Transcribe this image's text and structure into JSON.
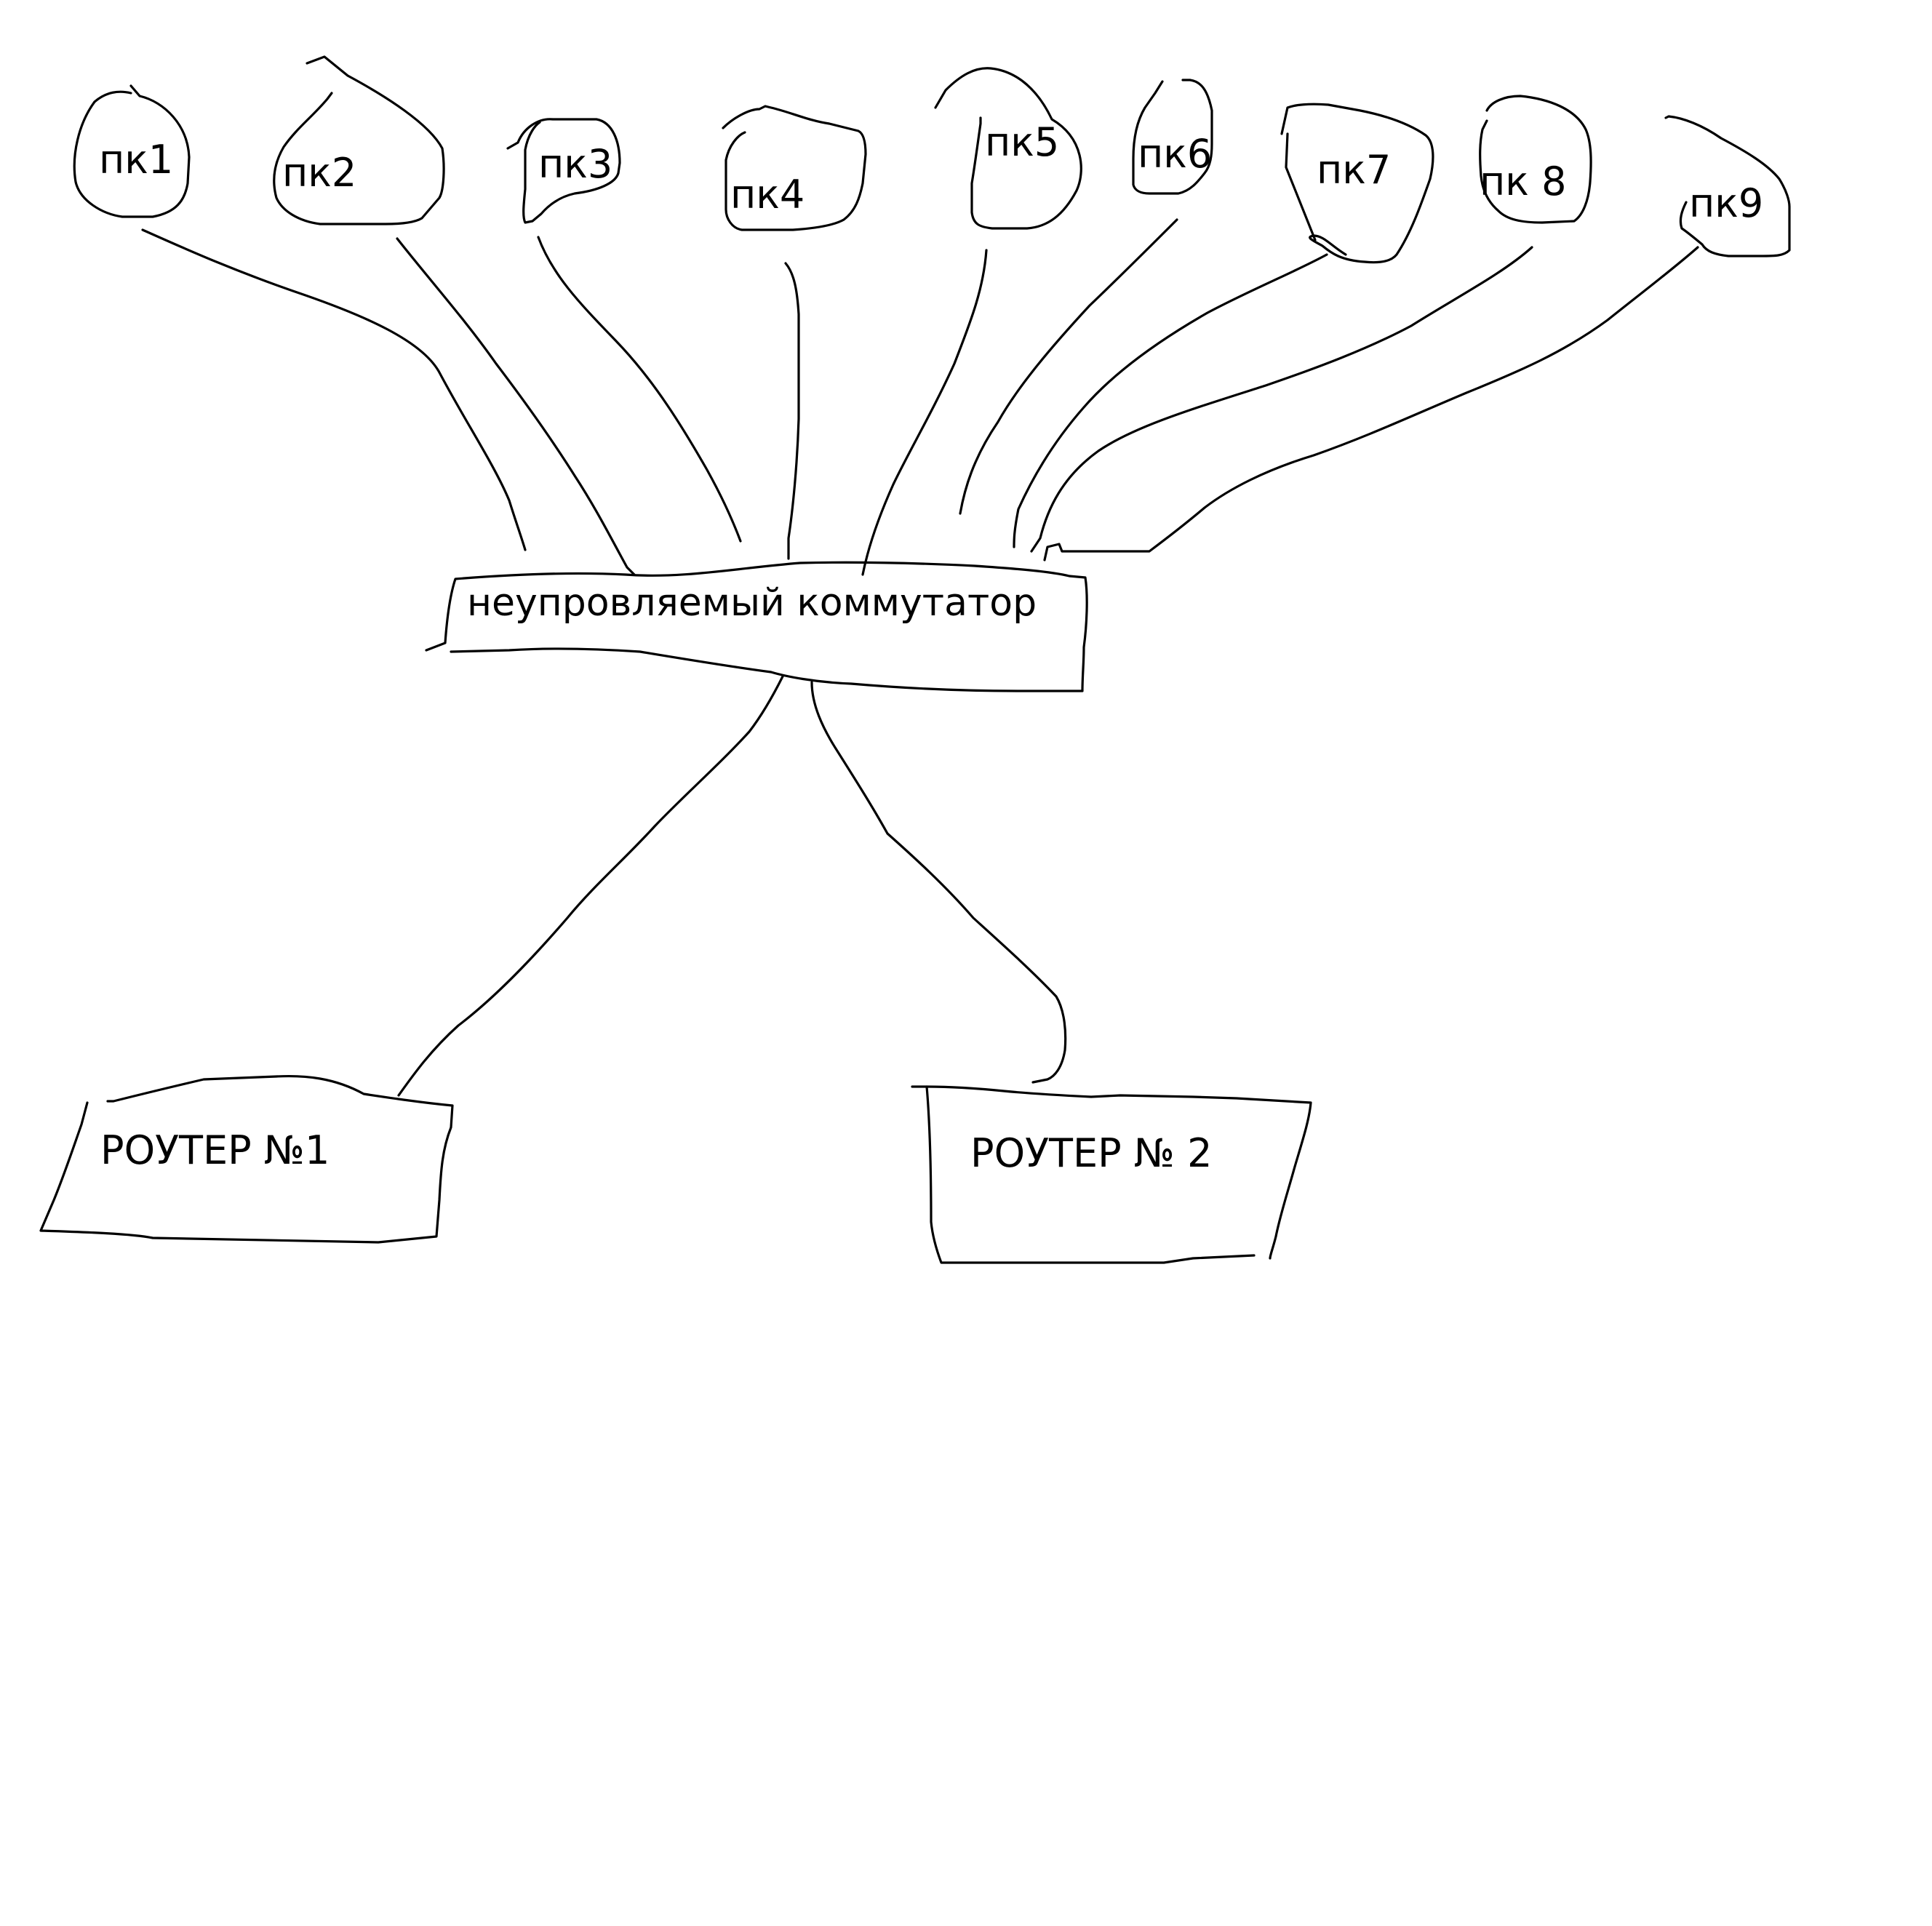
{
  "pcs": [
    {
      "label": "пк1"
    },
    {
      "label": "пк2"
    },
    {
      "label": "пк3"
    },
    {
      "label": "пк4"
    },
    {
      "label": "пк5"
    },
    {
      "label": "пк6"
    },
    {
      "label": "пк7"
    },
    {
      "label": "пк 8"
    },
    {
      "label": "пк9"
    }
  ],
  "switch": {
    "label": "неупровляемый коммутатор"
  },
  "routers": [
    {
      "label": "РОУТЕР №1"
    },
    {
      "label": "РОУТЕР № 2"
    }
  ]
}
